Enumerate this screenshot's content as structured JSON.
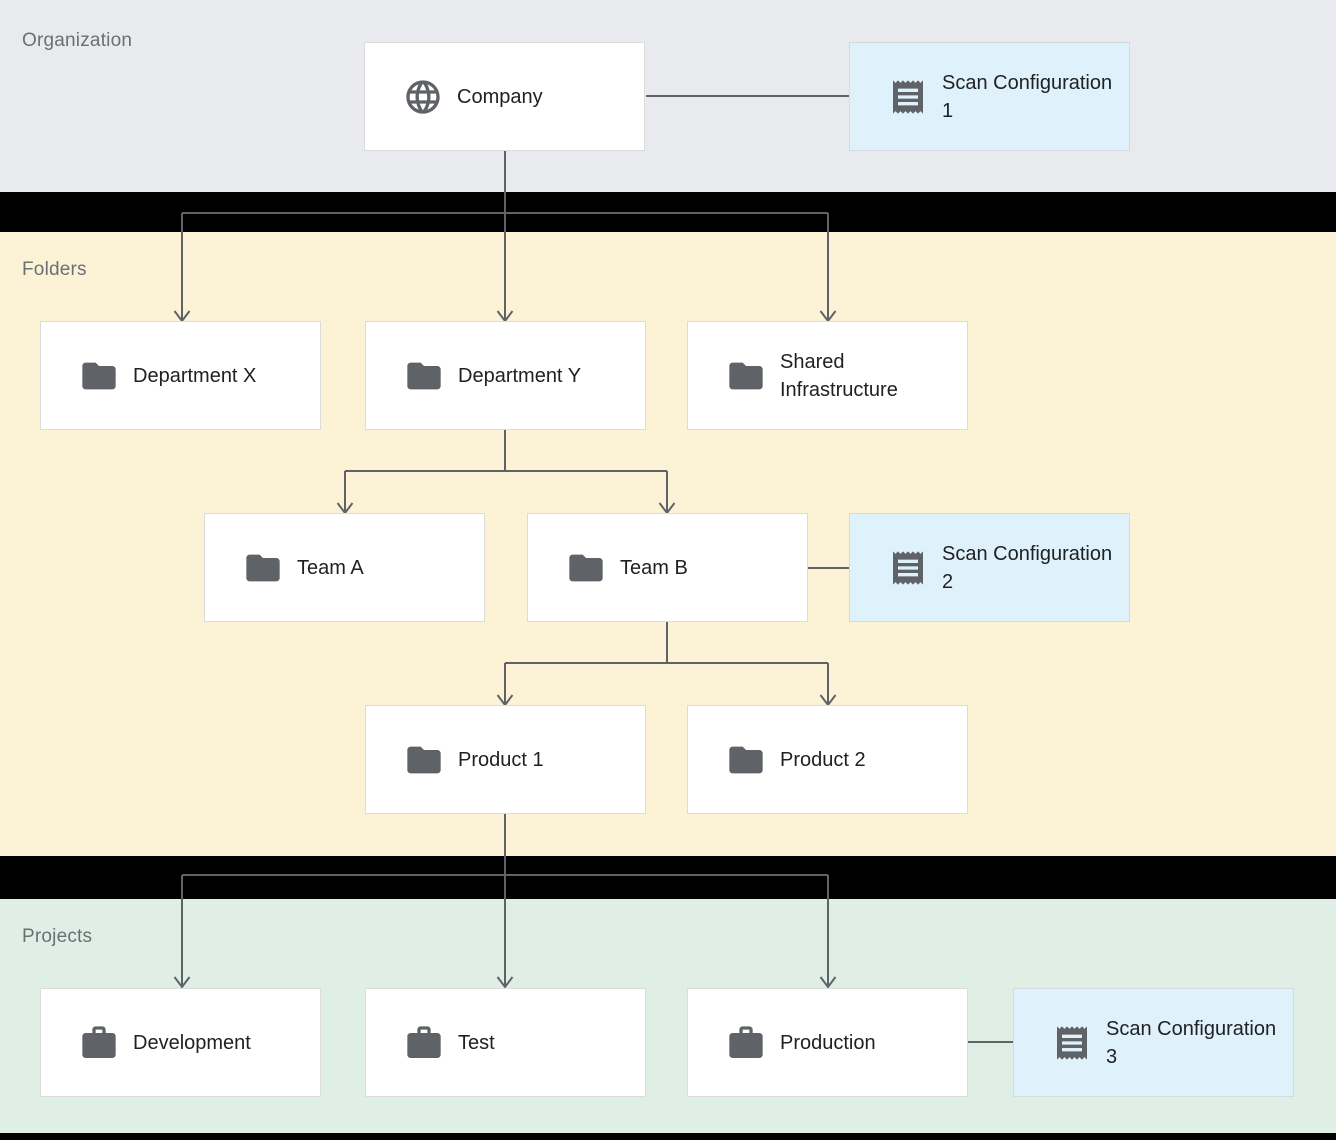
{
  "sections": {
    "organization": {
      "label": "Organization"
    },
    "folders": {
      "label": "Folders"
    },
    "projects": {
      "label": "Projects"
    }
  },
  "nodes": {
    "company": {
      "label": "Company",
      "icon": "globe",
      "section": "organization"
    },
    "department_x": {
      "label": "Department X",
      "icon": "folder",
      "section": "folders"
    },
    "department_y": {
      "label": "Department Y",
      "icon": "folder",
      "section": "folders"
    },
    "shared_infrastructure": {
      "label": "Shared Infrastructure",
      "icon": "folder",
      "section": "folders"
    },
    "team_a": {
      "label": "Team A",
      "icon": "folder",
      "section": "folders"
    },
    "team_b": {
      "label": "Team B",
      "icon": "folder",
      "section": "folders"
    },
    "product_1": {
      "label": "Product 1",
      "icon": "folder",
      "section": "folders"
    },
    "product_2": {
      "label": "Product 2",
      "icon": "folder",
      "section": "folders"
    },
    "development": {
      "label": "Development",
      "icon": "briefcase",
      "section": "projects"
    },
    "test": {
      "label": "Test",
      "icon": "briefcase",
      "section": "projects"
    },
    "production": {
      "label": "Production",
      "icon": "briefcase",
      "section": "projects"
    }
  },
  "scan_configs": {
    "scan1": {
      "label": "Scan Configuration 1",
      "icon": "receipt",
      "attached_to": "company"
    },
    "scan2": {
      "label": "Scan Configuration 2",
      "icon": "receipt",
      "attached_to": "team_b"
    },
    "scan3": {
      "label": "Scan Configuration 3",
      "icon": "receipt",
      "attached_to": "production"
    }
  },
  "edges": [
    {
      "from": "company",
      "to": [
        "department_x",
        "department_y",
        "shared_infrastructure"
      ]
    },
    {
      "from": "department_y",
      "to": [
        "team_a",
        "team_b"
      ]
    },
    {
      "from": "team_b",
      "to": [
        "product_1",
        "product_2"
      ]
    },
    {
      "from": "product_1",
      "to": [
        "development",
        "test",
        "production"
      ]
    }
  ],
  "colors": {
    "organization_band": "#e8eaed",
    "folders_band": "#fcf3d6",
    "projects_band": "#dfefe6",
    "separator": "#000000",
    "node_fill": "#ffffff",
    "scan_config_fill": "#dff2fb",
    "connector": "#5f6368",
    "icon": "#5f6368",
    "node_text": "#202124",
    "section_label_text": "#6b7075"
  }
}
